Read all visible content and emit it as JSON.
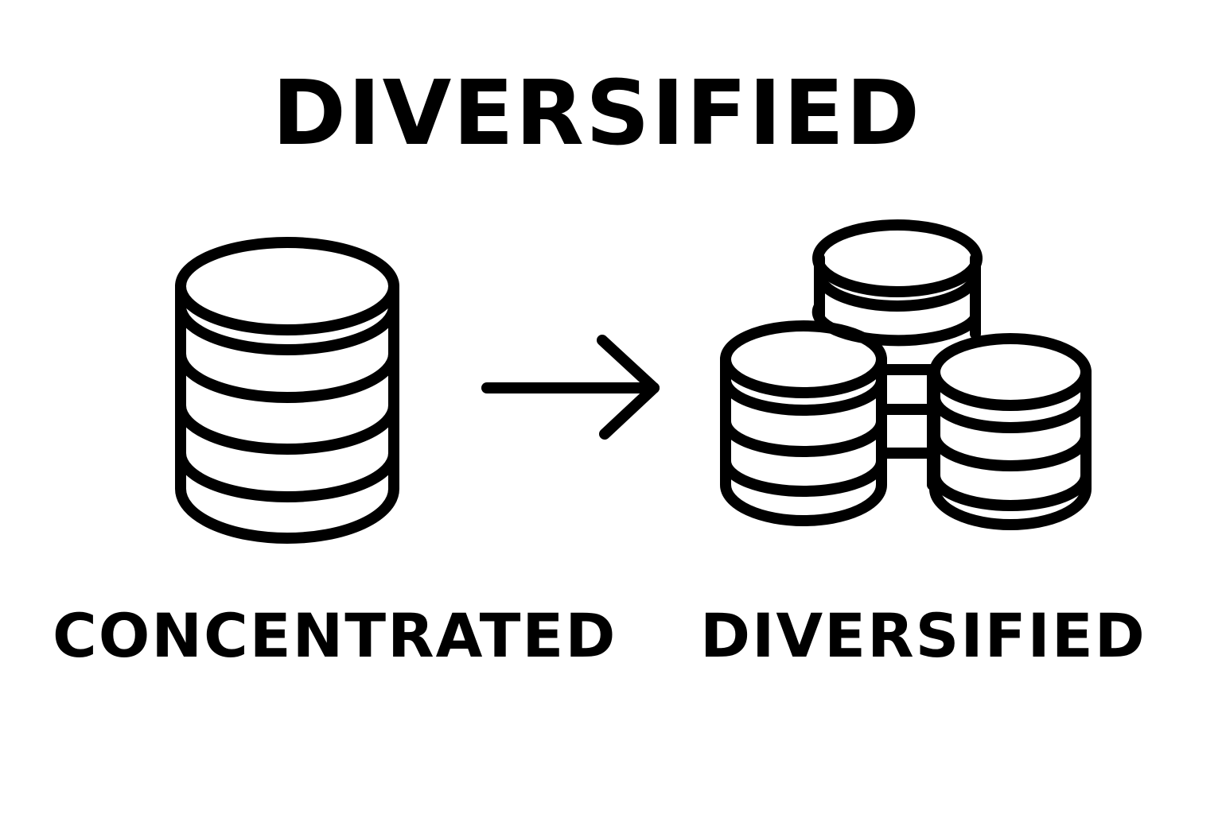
{
  "title": "DIVERSIFIED",
  "left_label": "CONCENTRATED",
  "right_label": "DIVERSIFIED",
  "icons": {
    "left": "single-coin-stack-icon",
    "middle": "arrow-right-icon",
    "right": "multiple-coin-stacks-icon"
  },
  "colors": {
    "stroke": "#000000",
    "background": "#ffffff"
  }
}
